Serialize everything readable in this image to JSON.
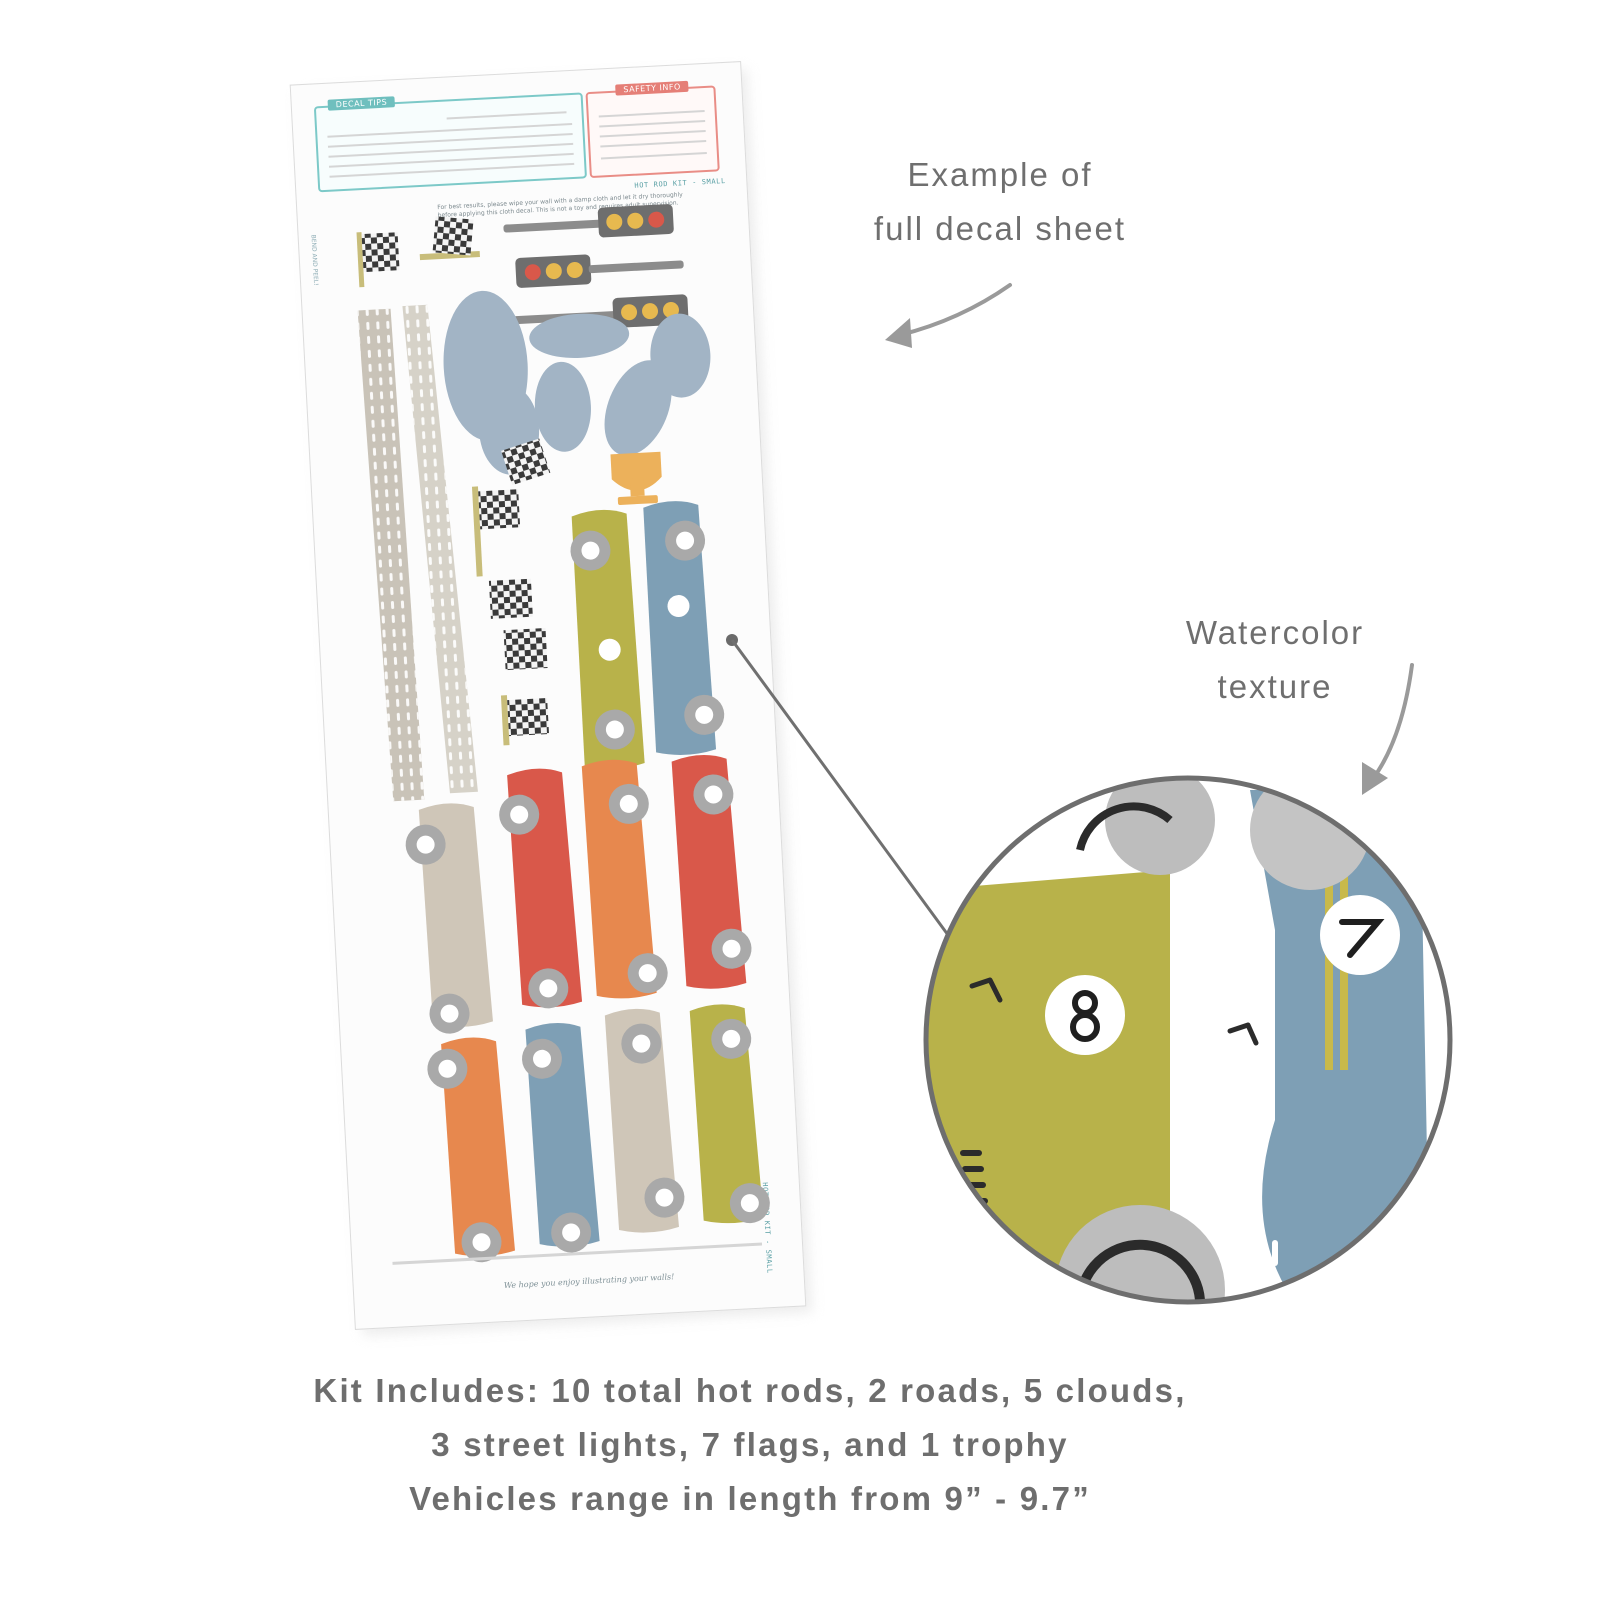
{
  "annotations": {
    "sheet_caption_line1": "Example of",
    "sheet_caption_line2": "full decal sheet",
    "texture_caption_line1": "Watercolor",
    "texture_caption_line2": "texture"
  },
  "kit_info": {
    "line1": "Kit Includes: 10 total hot rods, 2 roads, 5 clouds,",
    "line2": "3 street lights, 7 flags, and 1 trophy",
    "line3": "Vehicles range in length from 9” - 9.7”"
  },
  "sheet": {
    "tips_title": "DECAL TIPS",
    "safety_title": "SAFETY INFO",
    "instructions": "For best results, please wipe your wall with a damp cloth and let it dry thoroughly before applying this cloth decal. This is not a toy and requires adult supervision.",
    "kit_label": "HOT ROD KIT - SMALL",
    "bend_label": "BEND AND PEEL!",
    "footer": "We hope you enjoy illustrating your walls!"
  },
  "colors": {
    "caption_text": "#6f6f6f",
    "tips_teal": "#7cc9c8",
    "safety_coral": "#e98d86",
    "car_olive": "#b8b24a",
    "car_blue": "#7e9fb5",
    "car_red": "#d9584a",
    "car_orange": "#e7884e",
    "car_beige": "#cfc6b8",
    "cloud_blue": "#9fb2c4"
  }
}
